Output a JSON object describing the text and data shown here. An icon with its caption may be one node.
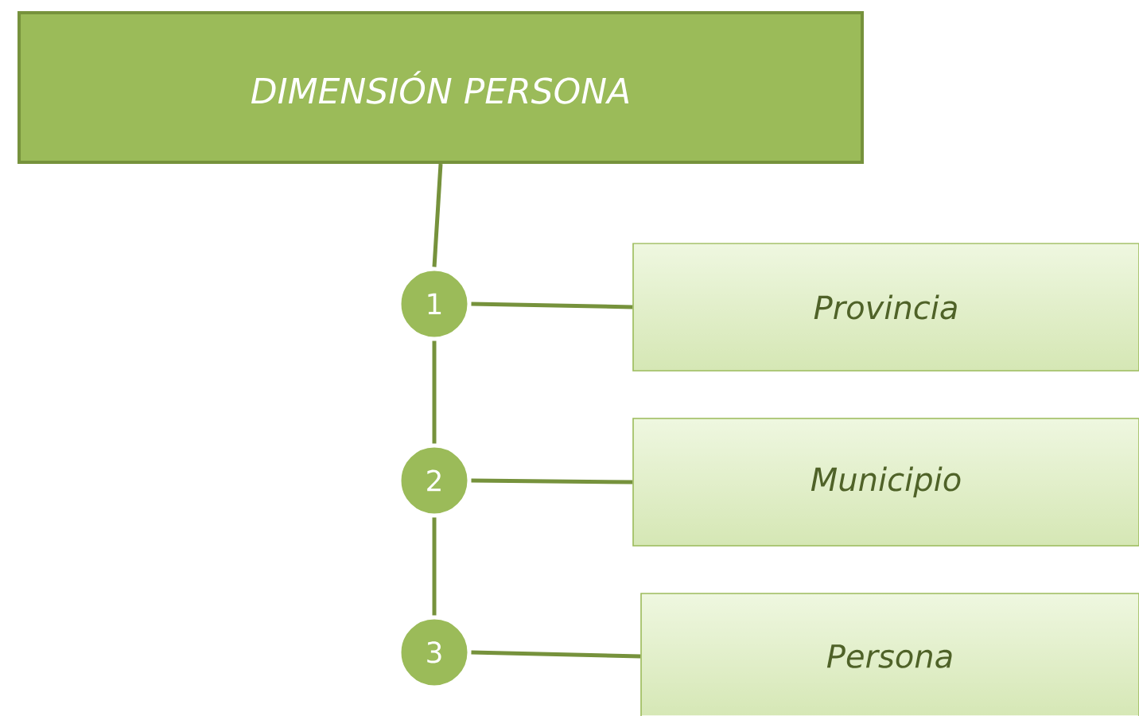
{
  "diagram": {
    "nodes": [
      {
        "text": [
          "DIMENSIÓN PERSONA"
        ]
      },
      {
        "text": [
          "1"
        ]
      },
      {
        "text": [
          "Provincia"
        ]
      },
      {
        "text": [
          "2"
        ]
      },
      {
        "text": [
          "Municipio"
        ]
      },
      {
        "text": [
          "3"
        ]
      },
      {
        "text": [
          "Persona"
        ]
      }
    ],
    "edges": [
      {
        "from": 0,
        "to": 1,
        "arrow": "none"
      },
      {
        "from": 1,
        "to": 2,
        "arrow": "none"
      },
      {
        "from": 1,
        "to": 3,
        "arrow": "none"
      },
      {
        "from": 3,
        "to": 4,
        "arrow": "none"
      },
      {
        "from": 3,
        "to": 5,
        "arrow": "none"
      },
      {
        "from": 5,
        "to": 6,
        "arrow": "none"
      }
    ]
  }
}
